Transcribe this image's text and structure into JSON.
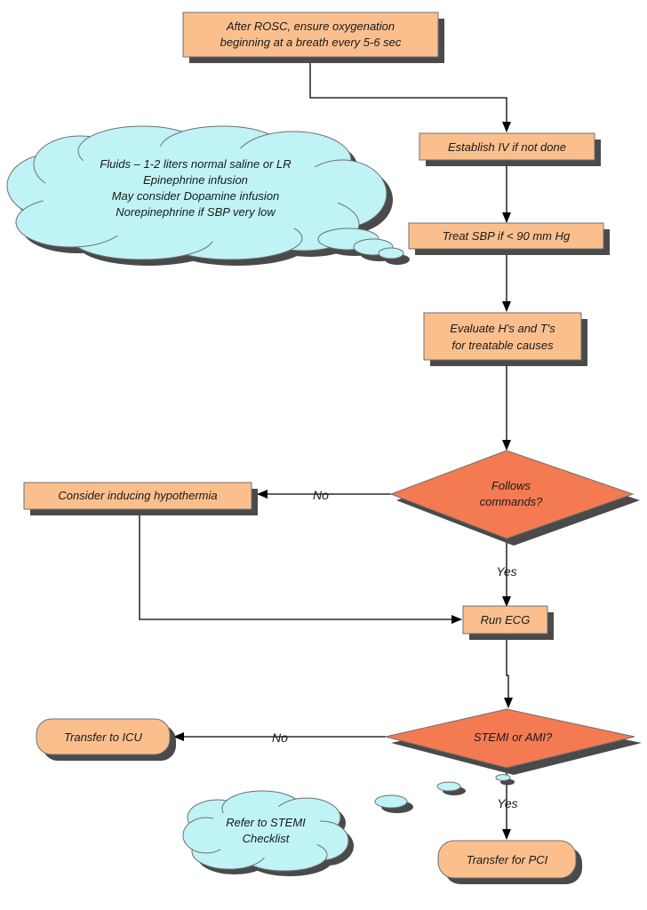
{
  "colors": {
    "box_fill": "#fbbf8e",
    "box_border": "#6f6f6f",
    "shadow": "#4a4a4a",
    "decision_fill": "#f47a52",
    "cloud_fill": "#bff3f5",
    "cloud_border": "#6f6f6f",
    "line": "#000000"
  },
  "nodes": {
    "rosc": {
      "line1": "After ROSC, ensure oxygenation",
      "line2": "beginning at a breath every 5-6 sec"
    },
    "iv": {
      "label": "Establish IV if not done"
    },
    "sbp": {
      "label": "Treat SBP if  < 90 mm Hg"
    },
    "evaluate": {
      "line1": "Evaluate H's and T's",
      "line2": "for treatable causes"
    },
    "follows": {
      "line1": "Follows",
      "line2": "commands?"
    },
    "hypothermia": {
      "label": "Consider inducing hypothermia"
    },
    "ecg": {
      "label": "Run ECG"
    },
    "stemi": {
      "label": "STEMI or AMI?"
    },
    "icu": {
      "label": "Transfer to ICU"
    },
    "pci": {
      "label": "Transfer for PCI"
    }
  },
  "edges": {
    "follows_no": "No",
    "follows_yes": "Yes",
    "stemi_no": "No",
    "stemi_yes": "Yes"
  },
  "notes": {
    "fluids": {
      "line1": "Fluids – 1-2 liters normal saline or LR",
      "line2": "Epinephrine infusion",
      "line3": "May consider Dopamine infusion",
      "line4": "Norepinephrine if SBP very low"
    },
    "stemi_checklist": {
      "line1": "Refer to STEMI",
      "line2": "Checklist"
    }
  }
}
